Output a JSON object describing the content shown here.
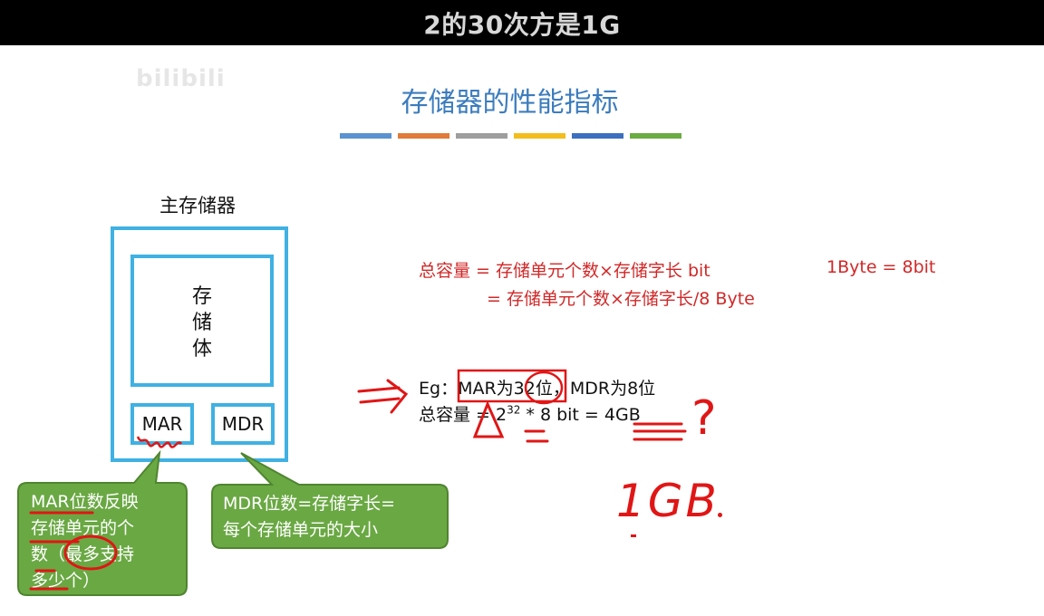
{
  "video": {
    "subtitle": "2的30次方是1G",
    "watermark": "bilibili"
  },
  "slide": {
    "title": "存储器的性能指标",
    "title_bar_colors": [
      "#5a93cf",
      "#e07b39",
      "#9e9e9e",
      "#f2bd1d",
      "#3c6fbf",
      "#6aab42"
    ],
    "memory_label": "主存储器",
    "storage_body": [
      "存",
      "储",
      "体"
    ],
    "mar_label": "MAR",
    "mdr_label": "MDR",
    "formula": {
      "line1_prefix": "总容量 = ",
      "line1_expr": "存储单元个数×存储字长  bit",
      "byte_note": "1Byte = 8bit",
      "line2": "= 存储单元个数×存储字长/8  Byte"
    },
    "example": {
      "eg_label": "Eg：",
      "mar_part": "MAR为32位",
      "mdr_part": "，MDR为8位",
      "total_label": "总容量",
      "equals": " =  2",
      "exponent": "32",
      "rest": " * 8 bit  = ",
      "result": "4GB"
    },
    "callout_mar": [
      "MAR位数反映",
      "存储单元的个",
      "数（最多支持",
      "多少个）"
    ],
    "callout_mdr": [
      "MDR位数=存储字长=",
      "每个存储单元的大小"
    ]
  },
  "annotations": {
    "question_mark": "?",
    "handwritten_answer": "1GB",
    "arrow": "⇒"
  }
}
